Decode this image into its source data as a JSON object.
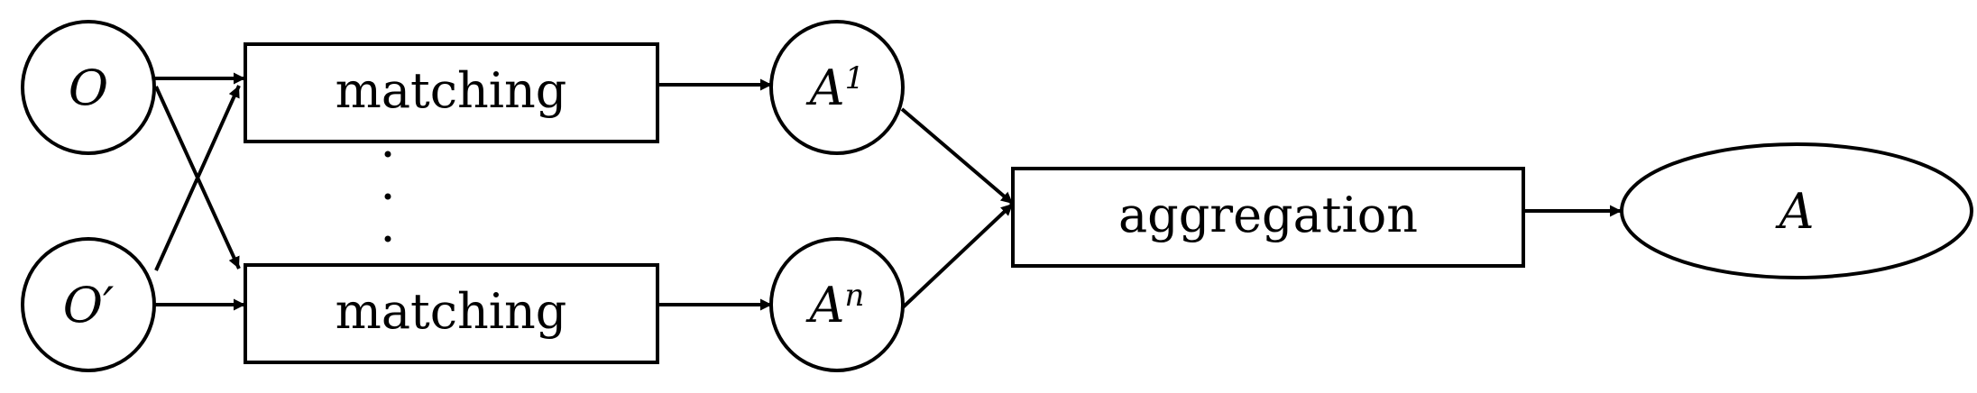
{
  "nodes": {
    "o": {
      "label": "O"
    },
    "o_prime": {
      "label": "O′"
    },
    "matching_top": {
      "label": "matching"
    },
    "matching_bottom": {
      "label": "matching"
    },
    "a1": {
      "base": "A",
      "sup": "1"
    },
    "an": {
      "base": "A",
      "sup": "n"
    },
    "aggregation": {
      "label": "aggregation"
    },
    "a": {
      "label": "A"
    }
  },
  "colors": {
    "stroke": "#000000",
    "fill": "#ffffff"
  }
}
